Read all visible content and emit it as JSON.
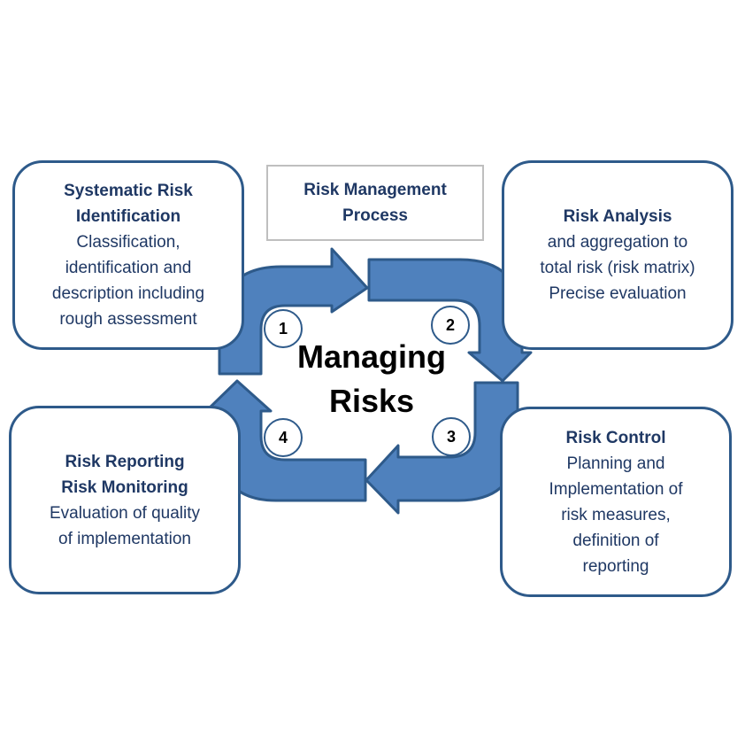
{
  "process_title": "Risk Management\nProcess",
  "center_title": "Managing\nRisks",
  "colors": {
    "arrow_fill": "#4f81bd",
    "arrow_stroke": "#2e5a8a",
    "text": "#1f3864"
  },
  "steps": [
    "1",
    "2",
    "3",
    "4"
  ],
  "boxes": {
    "identification": {
      "heading": "Systematic Risk\nIdentification",
      "body": "Classification,\nidentification and\ndescription including\nrough assessment"
    },
    "analysis": {
      "heading": "Risk Analysis",
      "body": "and aggregation to\ntotal risk (risk matrix)\nPrecise evaluation"
    },
    "control": {
      "heading": "Risk Control",
      "body": "Planning and\nImplementation of\nrisk measures,\ndefinition of\nreporting"
    },
    "reporting": {
      "heading": "Risk Reporting\nRisk Monitoring",
      "body": "Evaluation of quality\nof implementation"
    }
  }
}
